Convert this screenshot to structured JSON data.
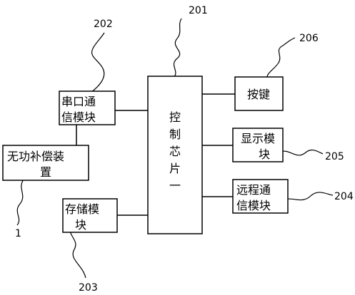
{
  "diagram": {
    "control_chip": {
      "lines": [
        "控",
        "制",
        "芯",
        "片",
        "一"
      ],
      "ref": "201"
    },
    "serial_module": {
      "lines": [
        "串口通",
        "信模块"
      ],
      "ref": "202"
    },
    "storage_module": {
      "lines": [
        "存储模",
        "块"
      ],
      "ref": "203"
    },
    "remote_module": {
      "lines": [
        "远程通",
        "信模块"
      ],
      "ref": "204"
    },
    "display_module": {
      "lines": [
        "显示模",
        "块"
      ],
      "ref": "205"
    },
    "key_module": {
      "lines": [
        "按键"
      ],
      "ref": "206"
    },
    "compensation_device": {
      "lines": [
        "无功补偿装",
        "置"
      ],
      "ref": "1"
    }
  }
}
